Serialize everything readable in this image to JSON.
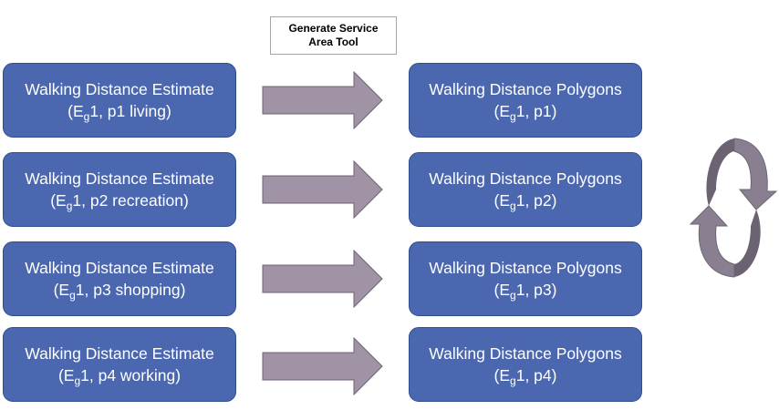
{
  "tool": {
    "line1": "Generate Service",
    "line2": "Area Tool"
  },
  "inputs": [
    {
      "title": "Walking Distance Estimate",
      "pre": "(E",
      "subscript": "g",
      "post": "1, p1 living)"
    },
    {
      "title": "Walking Distance Estimate",
      "pre": "(E",
      "subscript": "g",
      "post": "1, p2 recreation)"
    },
    {
      "title": "Walking Distance Estimate",
      "pre": "(E",
      "subscript": "g",
      "post": "1, p3 shopping)"
    },
    {
      "title": "Walking Distance Estimate",
      "pre": "(E",
      "subscript": "g",
      "post": "1, p4 working)"
    }
  ],
  "outputs": [
    {
      "title": "Walking Distance Polygons",
      "pre": "(E",
      "subscript": "g",
      "post": "1, p1)"
    },
    {
      "title": "Walking Distance Polygons",
      "pre": "(E",
      "subscript": "g",
      "post": "1, p2)"
    },
    {
      "title": "Walking Distance Polygons",
      "pre": "(E",
      "subscript": "g",
      "post": "1, p3)"
    },
    {
      "title": "Walking Distance Polygons",
      "pre": "(E",
      "subscript": "g",
      "post": "1, p4)"
    }
  ],
  "colors": {
    "box_fill": "#4a67b0",
    "box_border": "#2f4d8f",
    "arrow_fill": "#9f93a5",
    "arrow_border": "#6e6572",
    "cycle_fill": "#8a7f91"
  },
  "icons": {
    "flow_arrow": "right-arrow-icon",
    "cycle": "cycle-arrows-icon"
  }
}
